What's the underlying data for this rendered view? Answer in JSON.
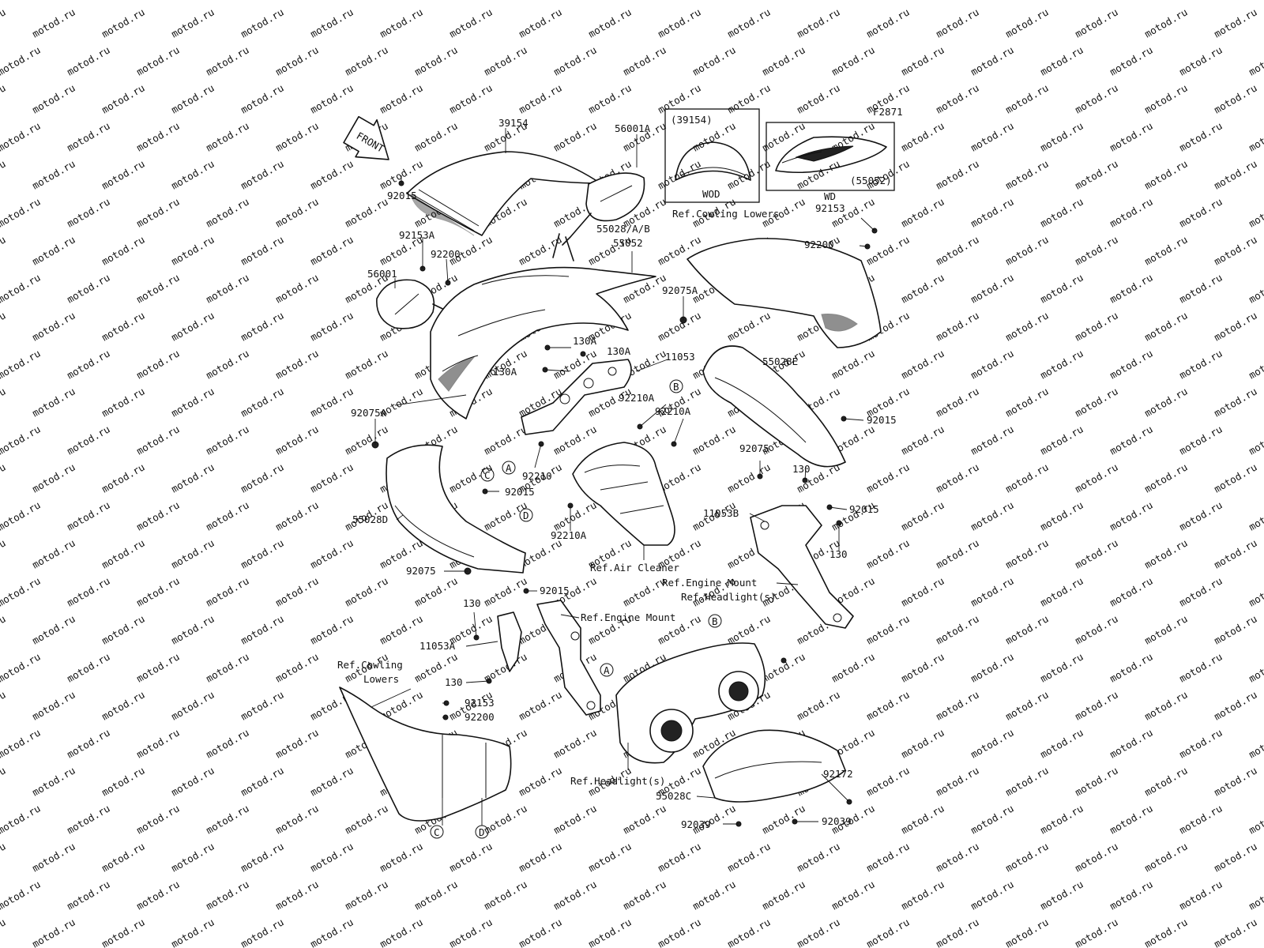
{
  "watermark": "motod.ru",
  "diagram_code": "F2871",
  "front_label": "FRONT",
  "inset_left": {
    "part": "(39154)",
    "caption": "WOD"
  },
  "inset_right": {
    "part": "(55052)",
    "caption": "WD"
  },
  "labels": {
    "p39154": "39154",
    "p56001A": "56001A",
    "p92015_top": "92015",
    "p92153A": "92153A",
    "p92200_top": "92200",
    "p56001": "56001",
    "p55028AB": "55028/A/B",
    "p55052": "55052",
    "ref_cowling_lowers_top": "Ref.Cowling Lowers",
    "p92153_tr": "92153",
    "p92200_tr": "92200",
    "p92075A_r": "92075A",
    "p130A_1": "130A",
    "p130A_2": "130A",
    "p11053": "11053",
    "p130A_3": "130A",
    "p55028E": "55028E",
    "p92210A_1": "92210A",
    "p92210A_2": "92210A",
    "p92075A_l": "92075A",
    "p92015_r1": "92015",
    "p92210": "92210",
    "p92075_r": "92075",
    "p130_r1": "130",
    "p92015_l": "92015",
    "p55028D": "55028D",
    "p92015_r2": "92015",
    "p11053B": "11053B",
    "p92210A_3": "92210A",
    "p130_r2": "130",
    "ref_air_cleaner": "Ref.Air Cleaner",
    "p92075_l": "92075",
    "ref_engine_mount_r": "Ref.Engine Mount",
    "ref_headlights_top": "Ref.Headlight(s)",
    "p92015_c": "92015",
    "p130_l1": "130",
    "ref_engine_mount_c": "Ref.Engine Mount",
    "p11053A": "11053A",
    "ref_cowling_lowers_l1": "Ref.Cowling",
    "ref_cowling_lowers_l2": "Lowers",
    "p130_l2": "130",
    "p92153_l": "92153",
    "p92200_l": "92200",
    "p92172": "92172",
    "ref_headlights_bottom": "Ref.Headlight(s)",
    "p55028C": "55028C",
    "p92039_l": "92039",
    "p92039_r": "92039"
  },
  "circle_refs": {
    "ref_A1": "A",
    "ref_B1": "B",
    "ref_C1": "C",
    "ref_D1": "D",
    "ref_B2": "B",
    "ref_A2": "A",
    "ref_C2": "C",
    "ref_D2": "D"
  }
}
